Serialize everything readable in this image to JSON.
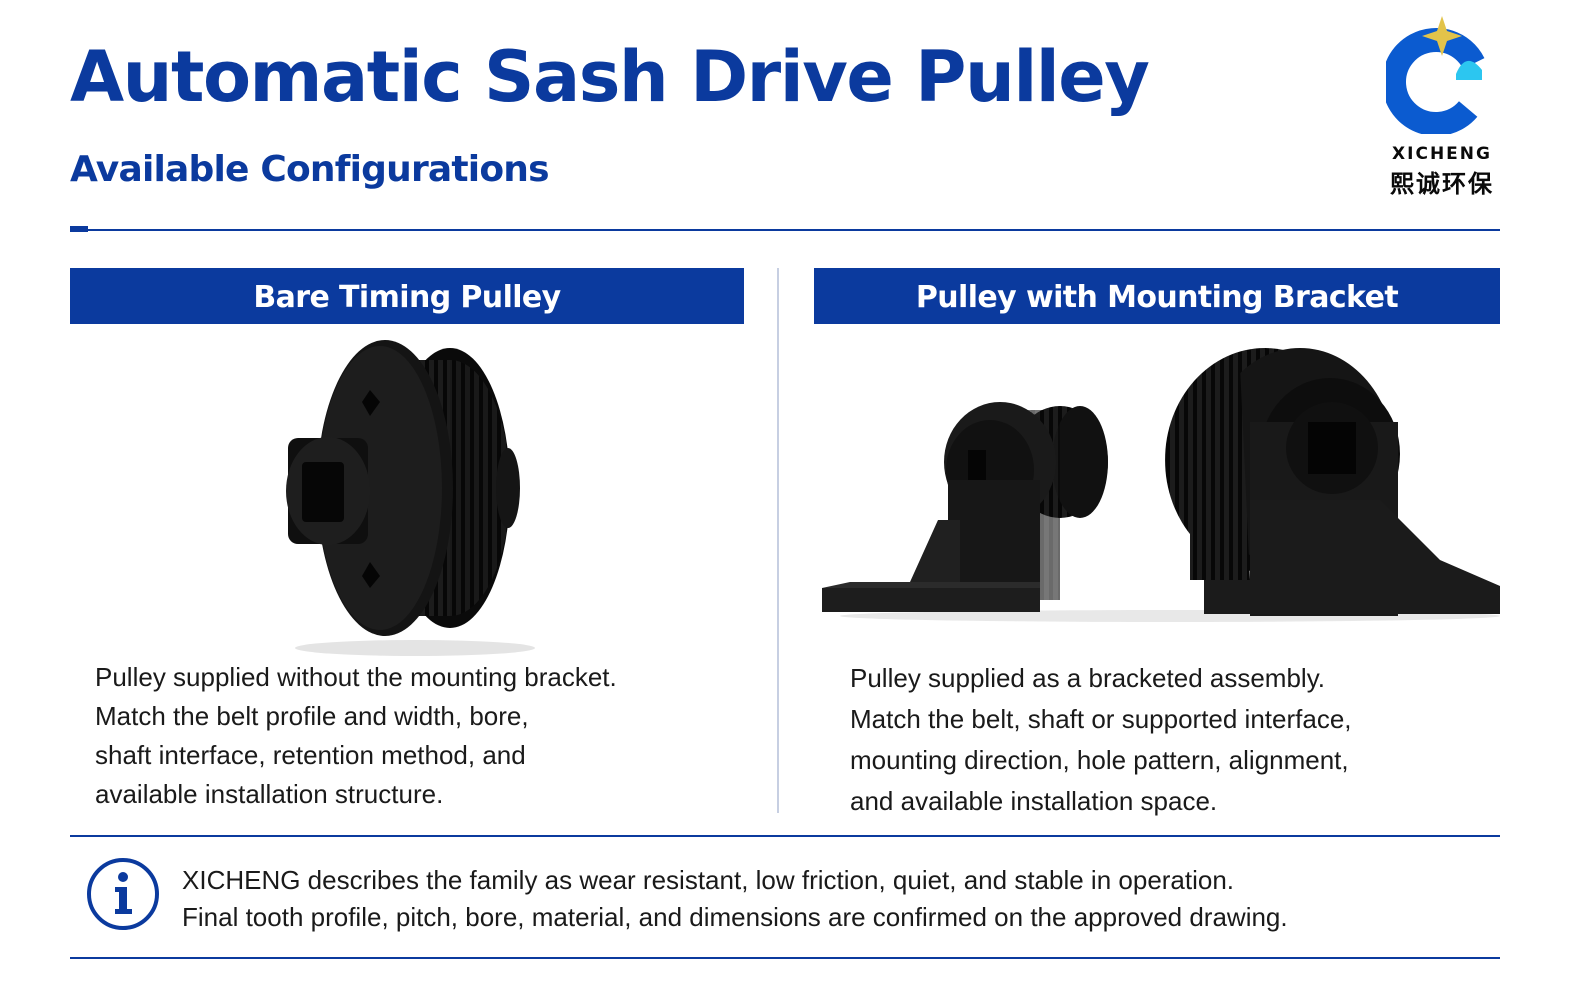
{
  "header": {
    "title": "Automatic Sash Drive Pulley",
    "subtitle": "Available Configurations"
  },
  "logo": {
    "brand_en": "XICHENG",
    "brand_cn": "熙诚环保",
    "colors": {
      "blue": "#0b5bd0",
      "cyan": "#2cc6f0",
      "star": "#e2c34a"
    }
  },
  "panels": [
    {
      "heading": "Bare Timing Pulley",
      "image": "black-timing-pulley-product-render",
      "description": [
        "Pulley supplied without the mounting bracket.",
        "Match the belt profile and width, bore,",
        "shaft interface, retention method, and",
        "available installation structure."
      ]
    },
    {
      "heading": "Pulley with Mounting Bracket",
      "image": "black-pulley-bracket-assembly-render",
      "description": [
        "Pulley supplied as a bracketed assembly.",
        "Match the belt, shaft or supported interface,",
        "mounting direction, hole pattern, alignment,",
        "and available installation space."
      ]
    }
  ],
  "note": {
    "icon": "info-icon",
    "lines": [
      "XICHENG describes the family as wear resistant, low friction, quiet, and stable in operation.",
      "Final tooth profile, pitch, bore, material, and dimensions are confirmed on the approved drawing."
    ]
  },
  "colors": {
    "accent": "#0b3a9e",
    "text": "#1a1a1a",
    "background": "#ffffff"
  }
}
